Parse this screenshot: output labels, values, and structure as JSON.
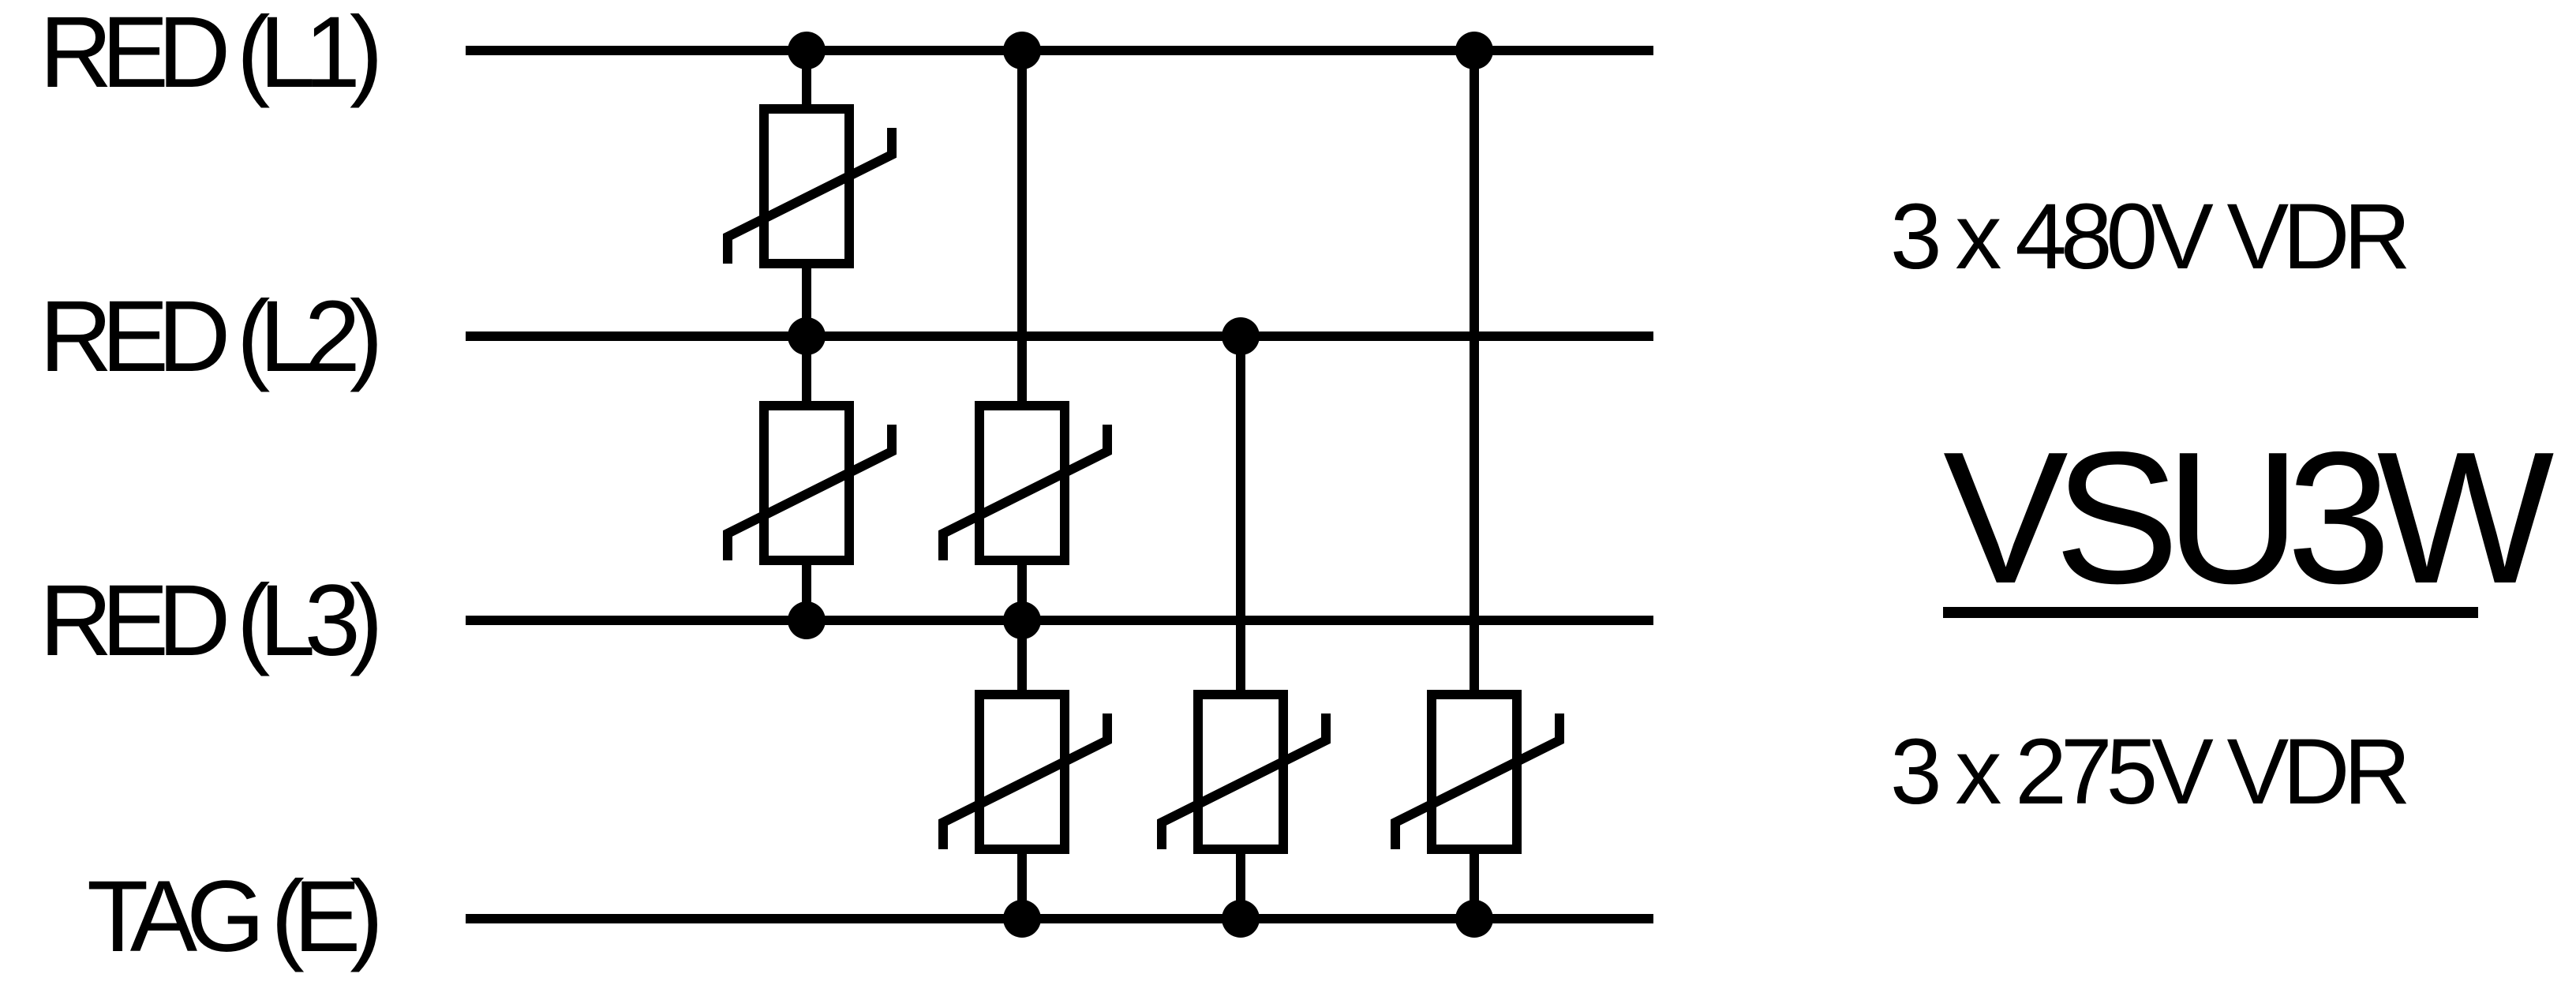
{
  "lines": [
    {
      "id": "l1",
      "label": "RED (L1)"
    },
    {
      "id": "l2",
      "label": "RED (L2)"
    },
    {
      "id": "l3",
      "label": "RED (L3)"
    },
    {
      "id": "e",
      "label": "TAG (E)"
    }
  ],
  "varistor_ratings": {
    "line_to_line": "3 x 480V VDR",
    "line_to_earth": "3 x 275V VDR"
  },
  "model": "VSU3W",
  "colors": {
    "ink": "#000000",
    "background": "#ffffff"
  }
}
